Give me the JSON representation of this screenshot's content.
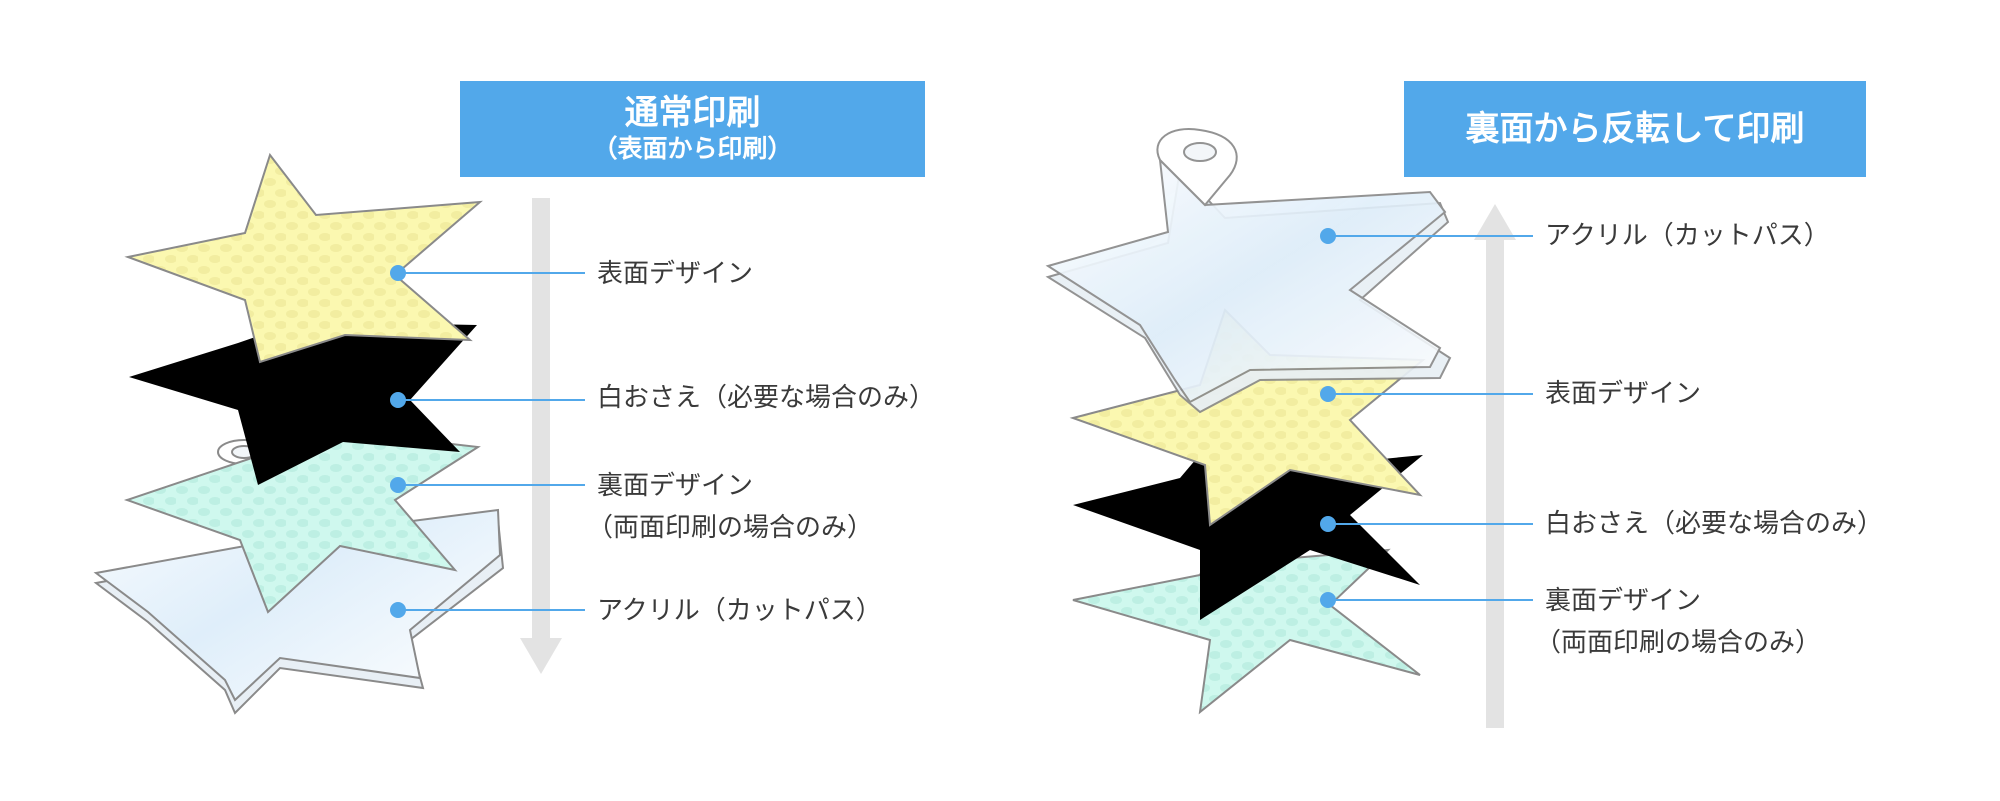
{
  "left": {
    "header": {
      "title": "通常印刷",
      "subtitle": "（表面から印刷）"
    },
    "labels": [
      {
        "id": "surface",
        "text": "表面デザイン"
      },
      {
        "id": "white",
        "text": "白おさえ（必要な場合のみ）"
      },
      {
        "id": "back",
        "text": "裏面デザイン",
        "subtext": "（両面印刷の場合のみ）"
      },
      {
        "id": "acrylic",
        "text": "アクリル（カットパス）"
      }
    ]
  },
  "right": {
    "header": {
      "title": "裏面から反転して印刷"
    },
    "labels": [
      {
        "id": "acrylic",
        "text": "アクリル（カットパス）"
      },
      {
        "id": "surface",
        "text": "表面デザイン"
      },
      {
        "id": "white",
        "text": "白おさえ（必要な場合のみ）"
      },
      {
        "id": "back",
        "text": "裏面デザイン",
        "subtext": "（両面印刷の場合のみ）"
      }
    ]
  },
  "colors": {
    "header_bg": "#52a8ea",
    "leader_line": "#52a8ea",
    "arrow": "#e3e3e3",
    "surface_fill": "#fbf8b0",
    "back_fill": "#cff8ee",
    "white_layer_fill": "#000000",
    "acrylic_fill": "#eef6fb"
  }
}
